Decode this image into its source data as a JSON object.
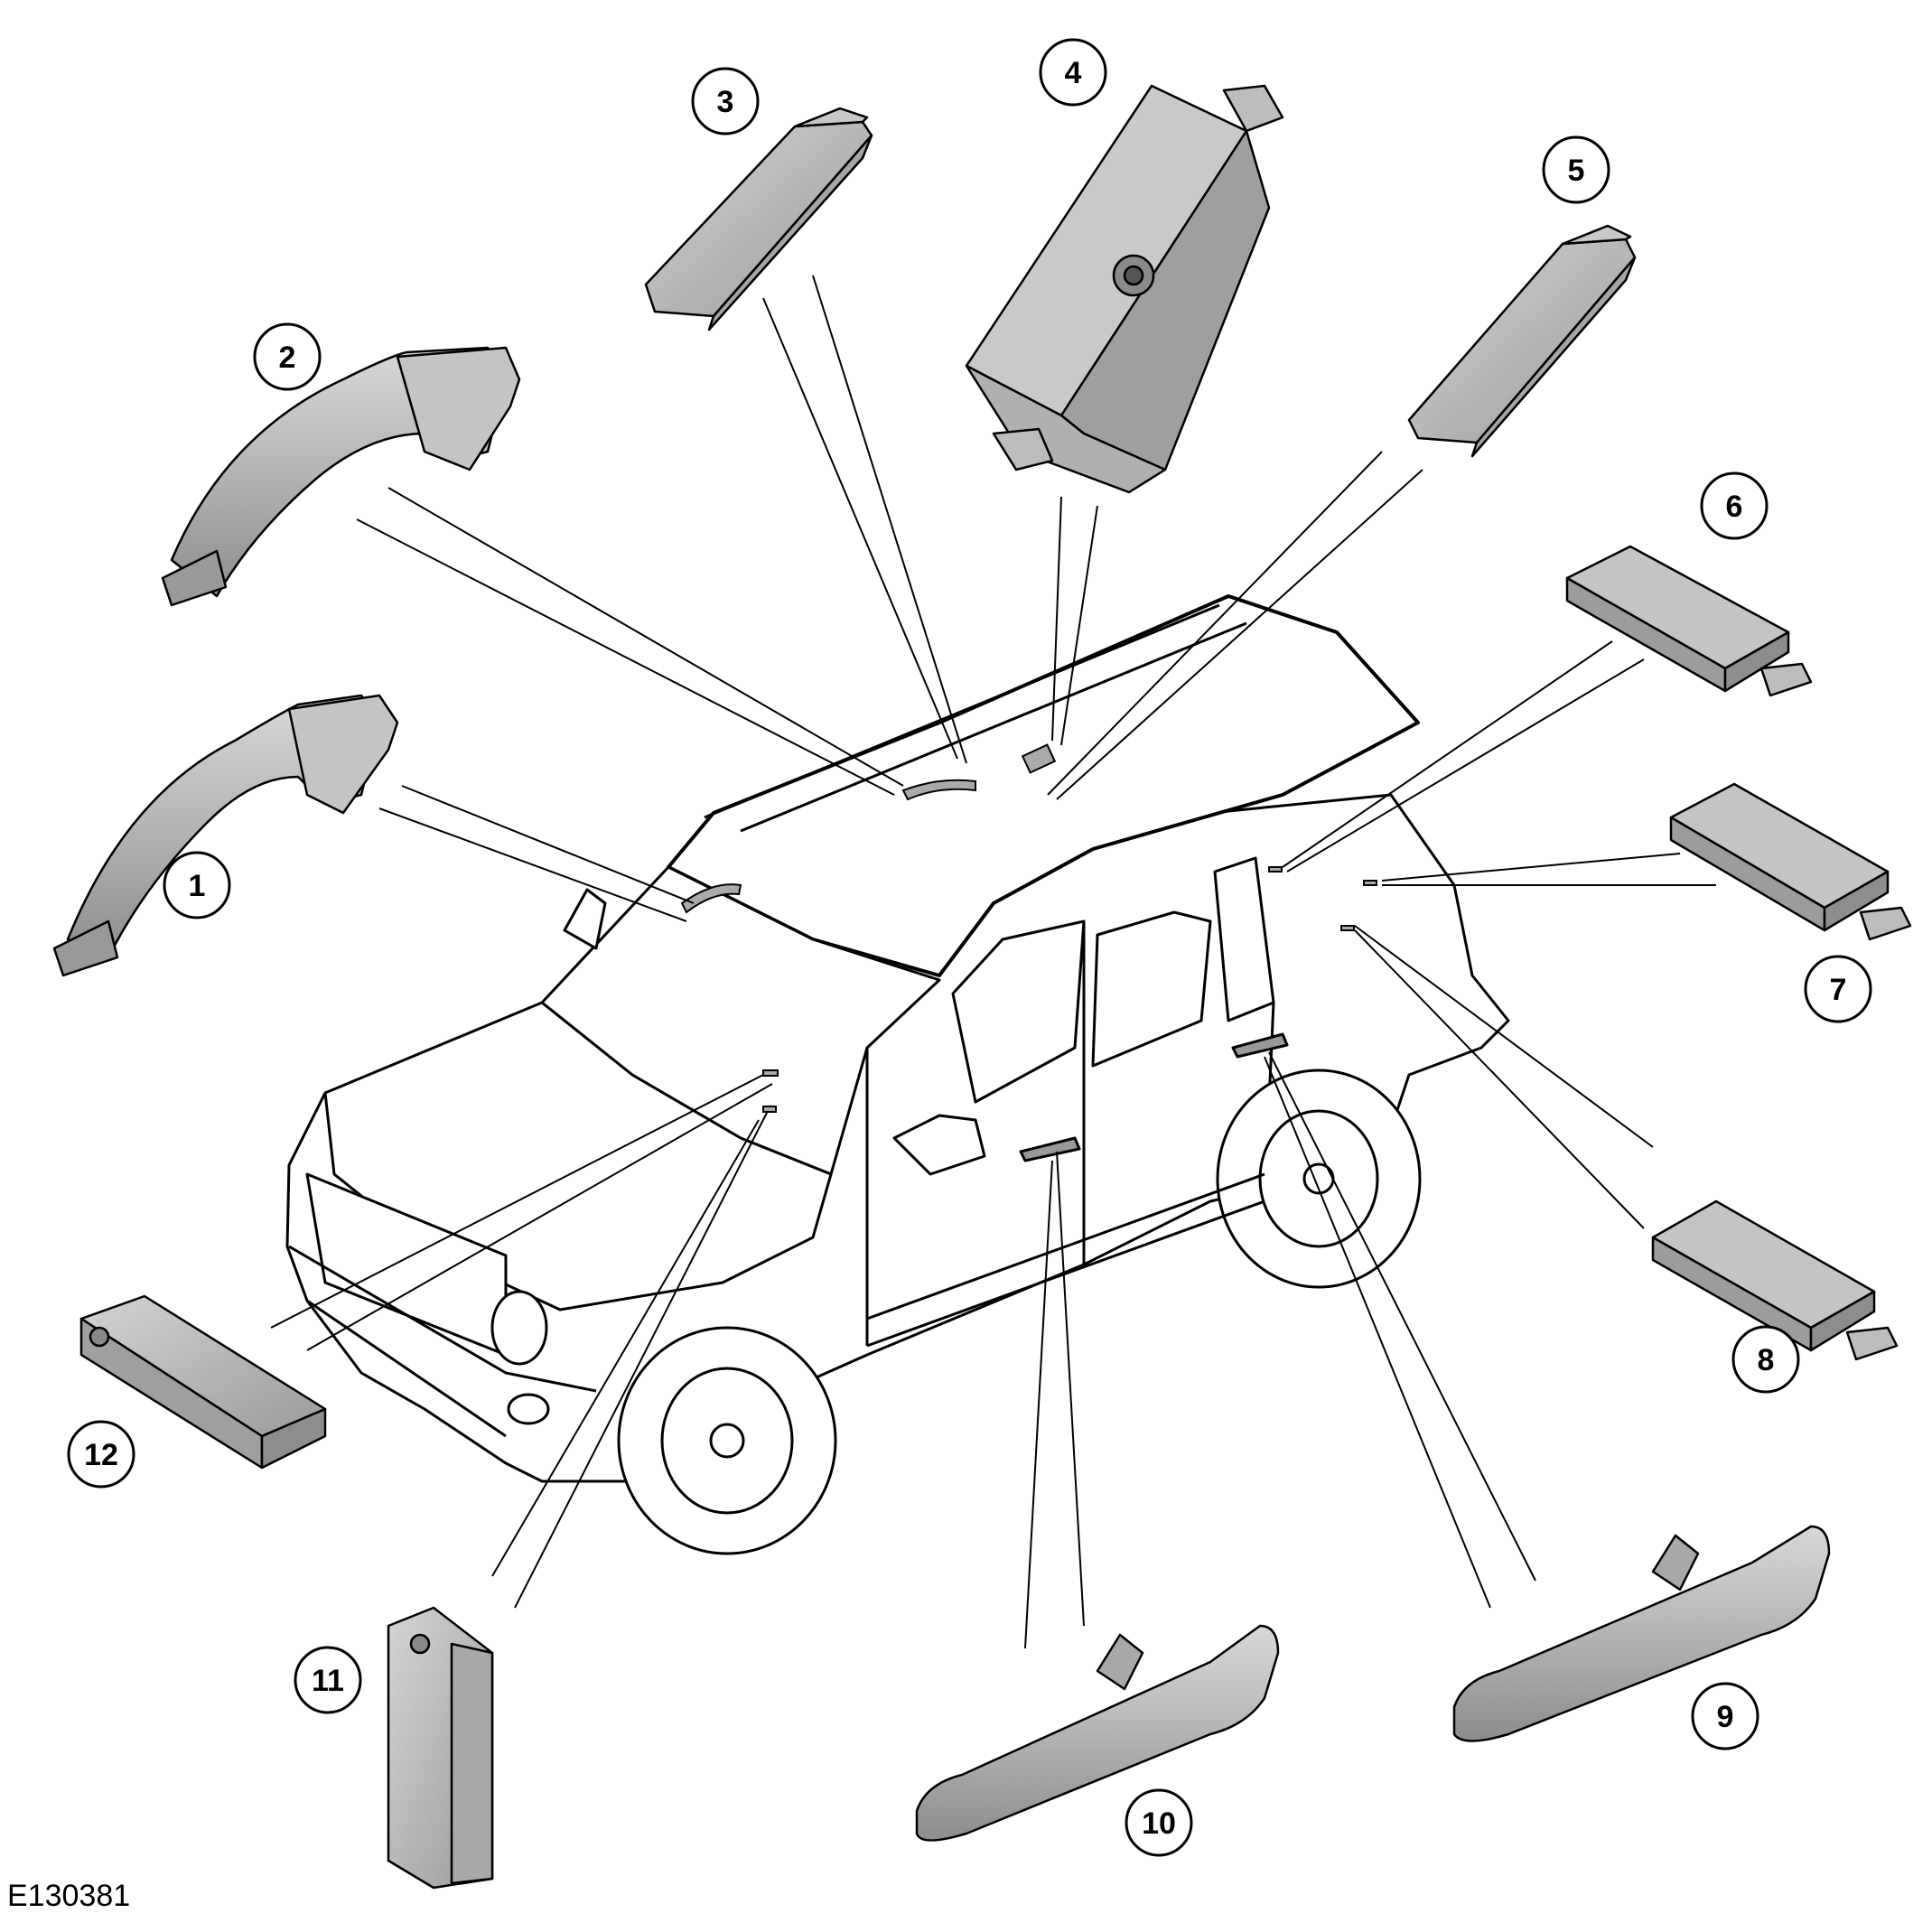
{
  "figure_id": "E130381",
  "callouts": [
    "1",
    "2",
    "3",
    "4",
    "5",
    "6",
    "7",
    "8",
    "9",
    "10",
    "11",
    "12"
  ],
  "colors": {
    "part_fill": "#b9b9b9",
    "part_dark": "#8f8f8f",
    "part_light": "#d6d6d6",
    "outline": "#000000",
    "vehicle_fill": "#ffffff"
  }
}
